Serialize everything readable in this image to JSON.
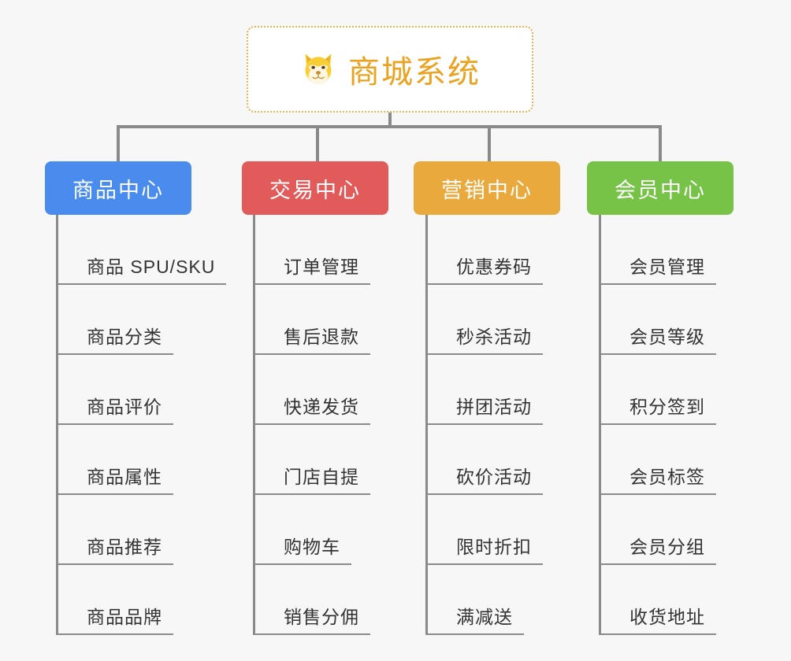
{
  "page": {
    "background_color": "#f7f7f7",
    "line_color": "#8a8a8a"
  },
  "root": {
    "title": "商城系统",
    "emoji_name": "shiba-dog-face-emoji",
    "text_color": "#eba21f",
    "border_color": "#f0ad4e",
    "background_color": "#ffffff"
  },
  "branches": [
    {
      "label": "商品中心",
      "color": "#4a8cee",
      "items": [
        "商品 SPU/SKU",
        "商品分类",
        "商品评价",
        "商品属性",
        "商品推荐",
        "商品品牌"
      ]
    },
    {
      "label": "交易中心",
      "color": "#e15b5b",
      "items": [
        "订单管理",
        "售后退款",
        "快递发货",
        "门店自提",
        "购物车",
        "销售分佣"
      ]
    },
    {
      "label": "营销中心",
      "color": "#eaa93c",
      "items": [
        "优惠券码",
        "秒杀活动",
        "拼团活动",
        "砍价活动",
        "限时折扣",
        "满减送"
      ]
    },
    {
      "label": "会员中心",
      "color": "#76c348",
      "items": [
        "会员管理",
        "会员等级",
        "积分签到",
        "会员标签",
        "会员分组",
        "收货地址"
      ]
    }
  ]
}
